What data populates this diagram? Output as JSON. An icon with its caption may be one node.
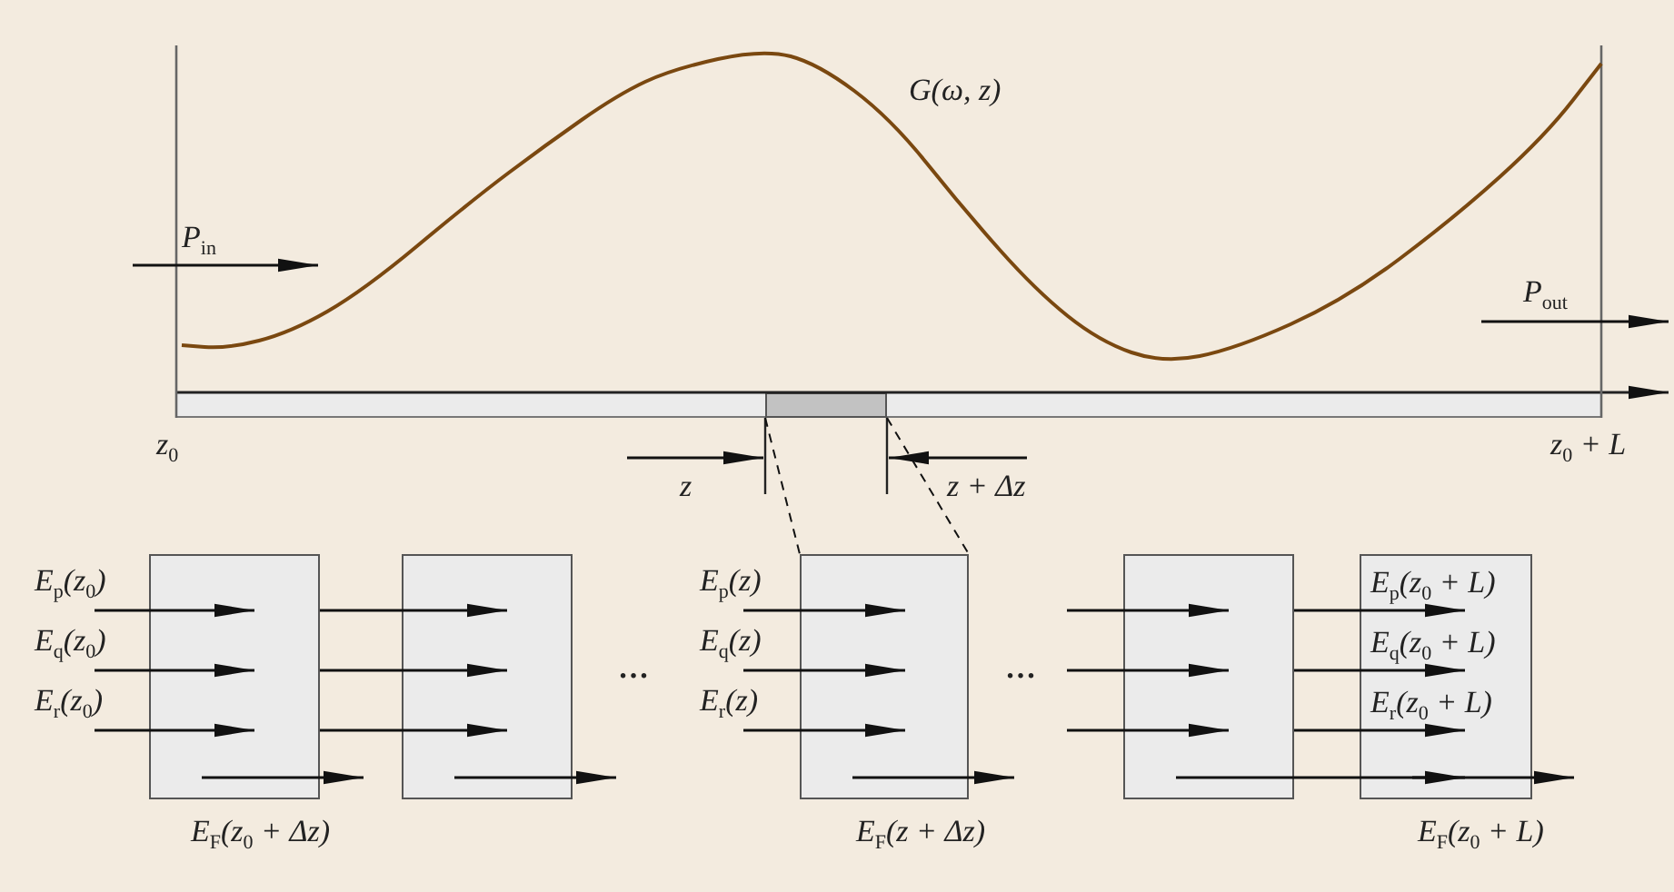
{
  "diagram": {
    "nodes": [
      {
        "text": [],
        "shape": "bar"
      },
      {
        "text": [],
        "shape": "box",
        "beside": [
          "E$_{F}$(z$_{0}$ + Δz)"
        ]
      },
      {
        "text": [],
        "shape": "box"
      },
      {
        "text": [],
        "shape": "box",
        "beside": [
          "E$_{F}$(z + Δz)"
        ]
      },
      {
        "text": [],
        "shape": "box"
      },
      {
        "text": [
          "E$_{p}$(z$_{0}$ + L)",
          "E$_{q}$(z$_{0}$ + L)",
          "E$_{r}$(z$_{0}$ + L)"
        ],
        "beside": [
          "E$_{F}$(z$_{0}$ + L)"
        ]
      },
      {
        "text": [
          "E$_{p}$(z$_{0}$)"
        ]
      },
      {
        "text": [
          "E$_{q}$(z$_{0}$)"
        ]
      },
      {
        "text": [
          "E$_{r}$(z$_{0}$)"
        ]
      },
      {
        "text": [
          "E$_{p}$(z)"
        ]
      },
      {
        "text": [
          "E$_{q}$(z)"
        ]
      },
      {
        "text": [
          "E$_{r}$(z)"
        ]
      }
    ],
    "edges": [
      {
        "from": 0,
        "to": 3,
        "arrow": "none",
        "style": "dashed"
      },
      {
        "from": 0,
        "to": 3,
        "arrow": "none",
        "style": "dashed"
      },
      {
        "from": 6,
        "to": 1,
        "arrow": "to"
      },
      {
        "from": 7,
        "to": 1,
        "arrow": "to"
      },
      {
        "from": 8,
        "to": 1,
        "arrow": "to"
      },
      {
        "from": 1,
        "to": null,
        "arrow": "to"
      },
      {
        "from": 1,
        "to": 2,
        "arrow": "to"
      },
      {
        "from": 1,
        "to": 2,
        "arrow": "to"
      },
      {
        "from": 1,
        "to": 2,
        "arrow": "to"
      },
      {
        "from": 2,
        "to": null,
        "arrow": "to"
      },
      {
        "from": 9,
        "to": 3,
        "arrow": "to"
      },
      {
        "from": 10,
        "to": 3,
        "arrow": "to"
      },
      {
        "from": 11,
        "to": 3,
        "arrow": "to"
      },
      {
        "from": 3,
        "to": null,
        "arrow": "to"
      },
      {
        "from": null,
        "to": 4,
        "arrow": "to"
      },
      {
        "from": null,
        "to": 4,
        "arrow": "to"
      },
      {
        "from": null,
        "to": 4,
        "arrow": "to"
      },
      {
        "from": 4,
        "to": 5,
        "arrow": "to"
      },
      {
        "from": 4,
        "to": 5,
        "arrow": "to"
      },
      {
        "from": 4,
        "to": 5,
        "arrow": "to"
      },
      {
        "from": 4,
        "to": 5,
        "arrow": "to"
      },
      {
        "from": 5,
        "to": null,
        "arrow": "to"
      }
    ],
    "labels": [
      "G(ω, z)",
      "P$_{in}$",
      "P$_{out}$",
      "z$_{0}$",
      "z$_{0}$ + L",
      "z",
      "z + Δz",
      "…",
      "…"
    ]
  }
}
